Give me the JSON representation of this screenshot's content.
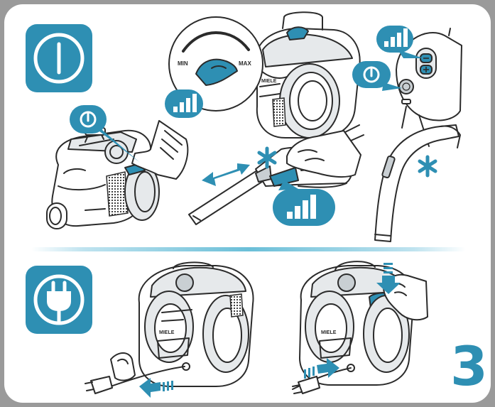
{
  "labels": {
    "min": "MIN",
    "max": "MAX",
    "brand": "MIELE",
    "page_number": "3"
  },
  "icons": {
    "power_button": "power-icon",
    "mains_plug": "plug-icon",
    "suction_level": "signal-bars-icon",
    "asterisk": "asterisk-icon"
  },
  "colors": {
    "accent": "#2e8fb3",
    "accent_dark": "#1e6f90",
    "accent_light": "#7fc3db",
    "frame": "#9a9a9a",
    "line": "#2b2b2b"
  }
}
